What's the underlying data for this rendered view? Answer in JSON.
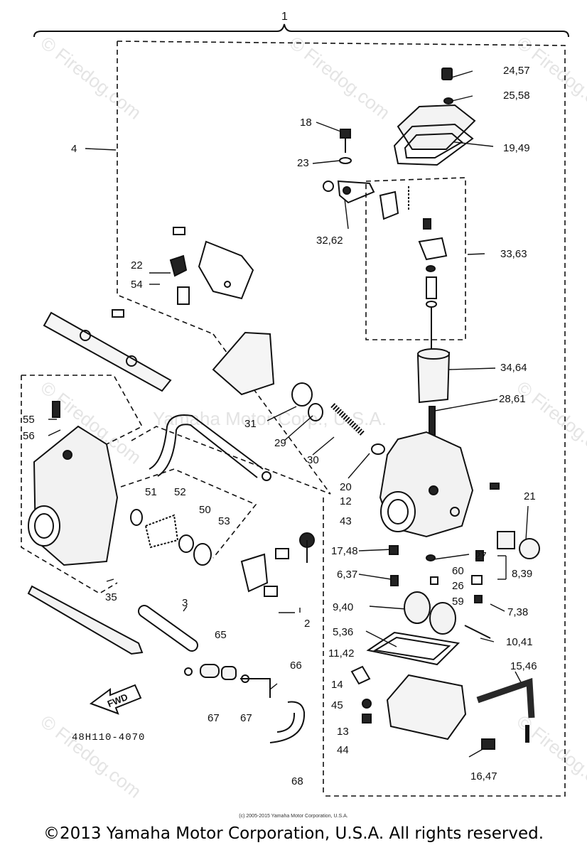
{
  "watermark": {
    "site": "© Firedog.com",
    "company": "Yamaha Motor Corp., U.S.A."
  },
  "diagram_code": "48H110-4070",
  "fwd_label": "FWD",
  "credit_small": "(c) 2005-2015 Yamaha Motor Corporation, U.S.A.",
  "copyright": "©2013 Yamaha Motor Corporation, U.S.A. All rights reserved.",
  "callouts": {
    "c1": "1",
    "c4": "4",
    "c2457": "24,57",
    "c2558": "25,58",
    "c18": "18",
    "c1949": "19,49",
    "c23": "23",
    "c3262": "32,62",
    "c3363": "33,63",
    "c22": "22",
    "c54": "54",
    "c3464": "34,64",
    "c2861": "28,61",
    "c55": "55",
    "c56": "56",
    "c31": "31",
    "c29": "29",
    "c30": "30",
    "c20": "20",
    "c12": "12",
    "c43": "43",
    "c21": "21",
    "c51": "51",
    "c52": "52",
    "c50": "50",
    "c53": "53",
    "c1748": "17,48",
    "c637": "6,37",
    "c27": "27",
    "c60": "60",
    "c26": "26",
    "c839": "8,39",
    "c59": "59",
    "c738": "7,38",
    "c35": "35",
    "c3": "3",
    "c940": "9,40",
    "c2": "2",
    "c536": "5,36",
    "c1041": "10,41",
    "c65": "65",
    "c1142": "11,42",
    "c1546": "15,46",
    "c66": "66",
    "c14": "14",
    "c45": "45",
    "c67a": "67",
    "c67b": "67",
    "c13": "13",
    "c44": "44",
    "c68": "68",
    "c1647": "16,47"
  }
}
